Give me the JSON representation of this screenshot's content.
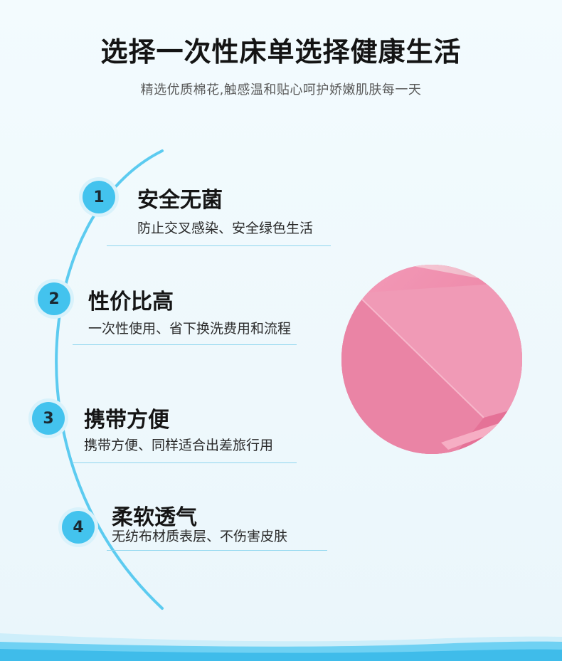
{
  "header": {
    "title": "选择一次性床单选择健康生活",
    "subtitle": "精选优质棉花,触感温和贴心呵护娇嫩肌肤每一天"
  },
  "features": [
    {
      "number": "1",
      "title": "安全无菌",
      "desc": "防止交叉感染、安全绿色生活"
    },
    {
      "number": "2",
      "title": "性价比高",
      "desc": "一次性使用、省下换洗费用和流程"
    },
    {
      "number": "3",
      "title": "携带方便",
      "desc": "携带方便、同样适合出差旅行用"
    },
    {
      "number": "4",
      "title": "柔软透气",
      "desc": "无纺布材质表层、不伤害皮肤"
    }
  ],
  "colors": {
    "accent": "#43c3ee",
    "divider": "#8fd6ef",
    "pink": "#ee86a6"
  }
}
